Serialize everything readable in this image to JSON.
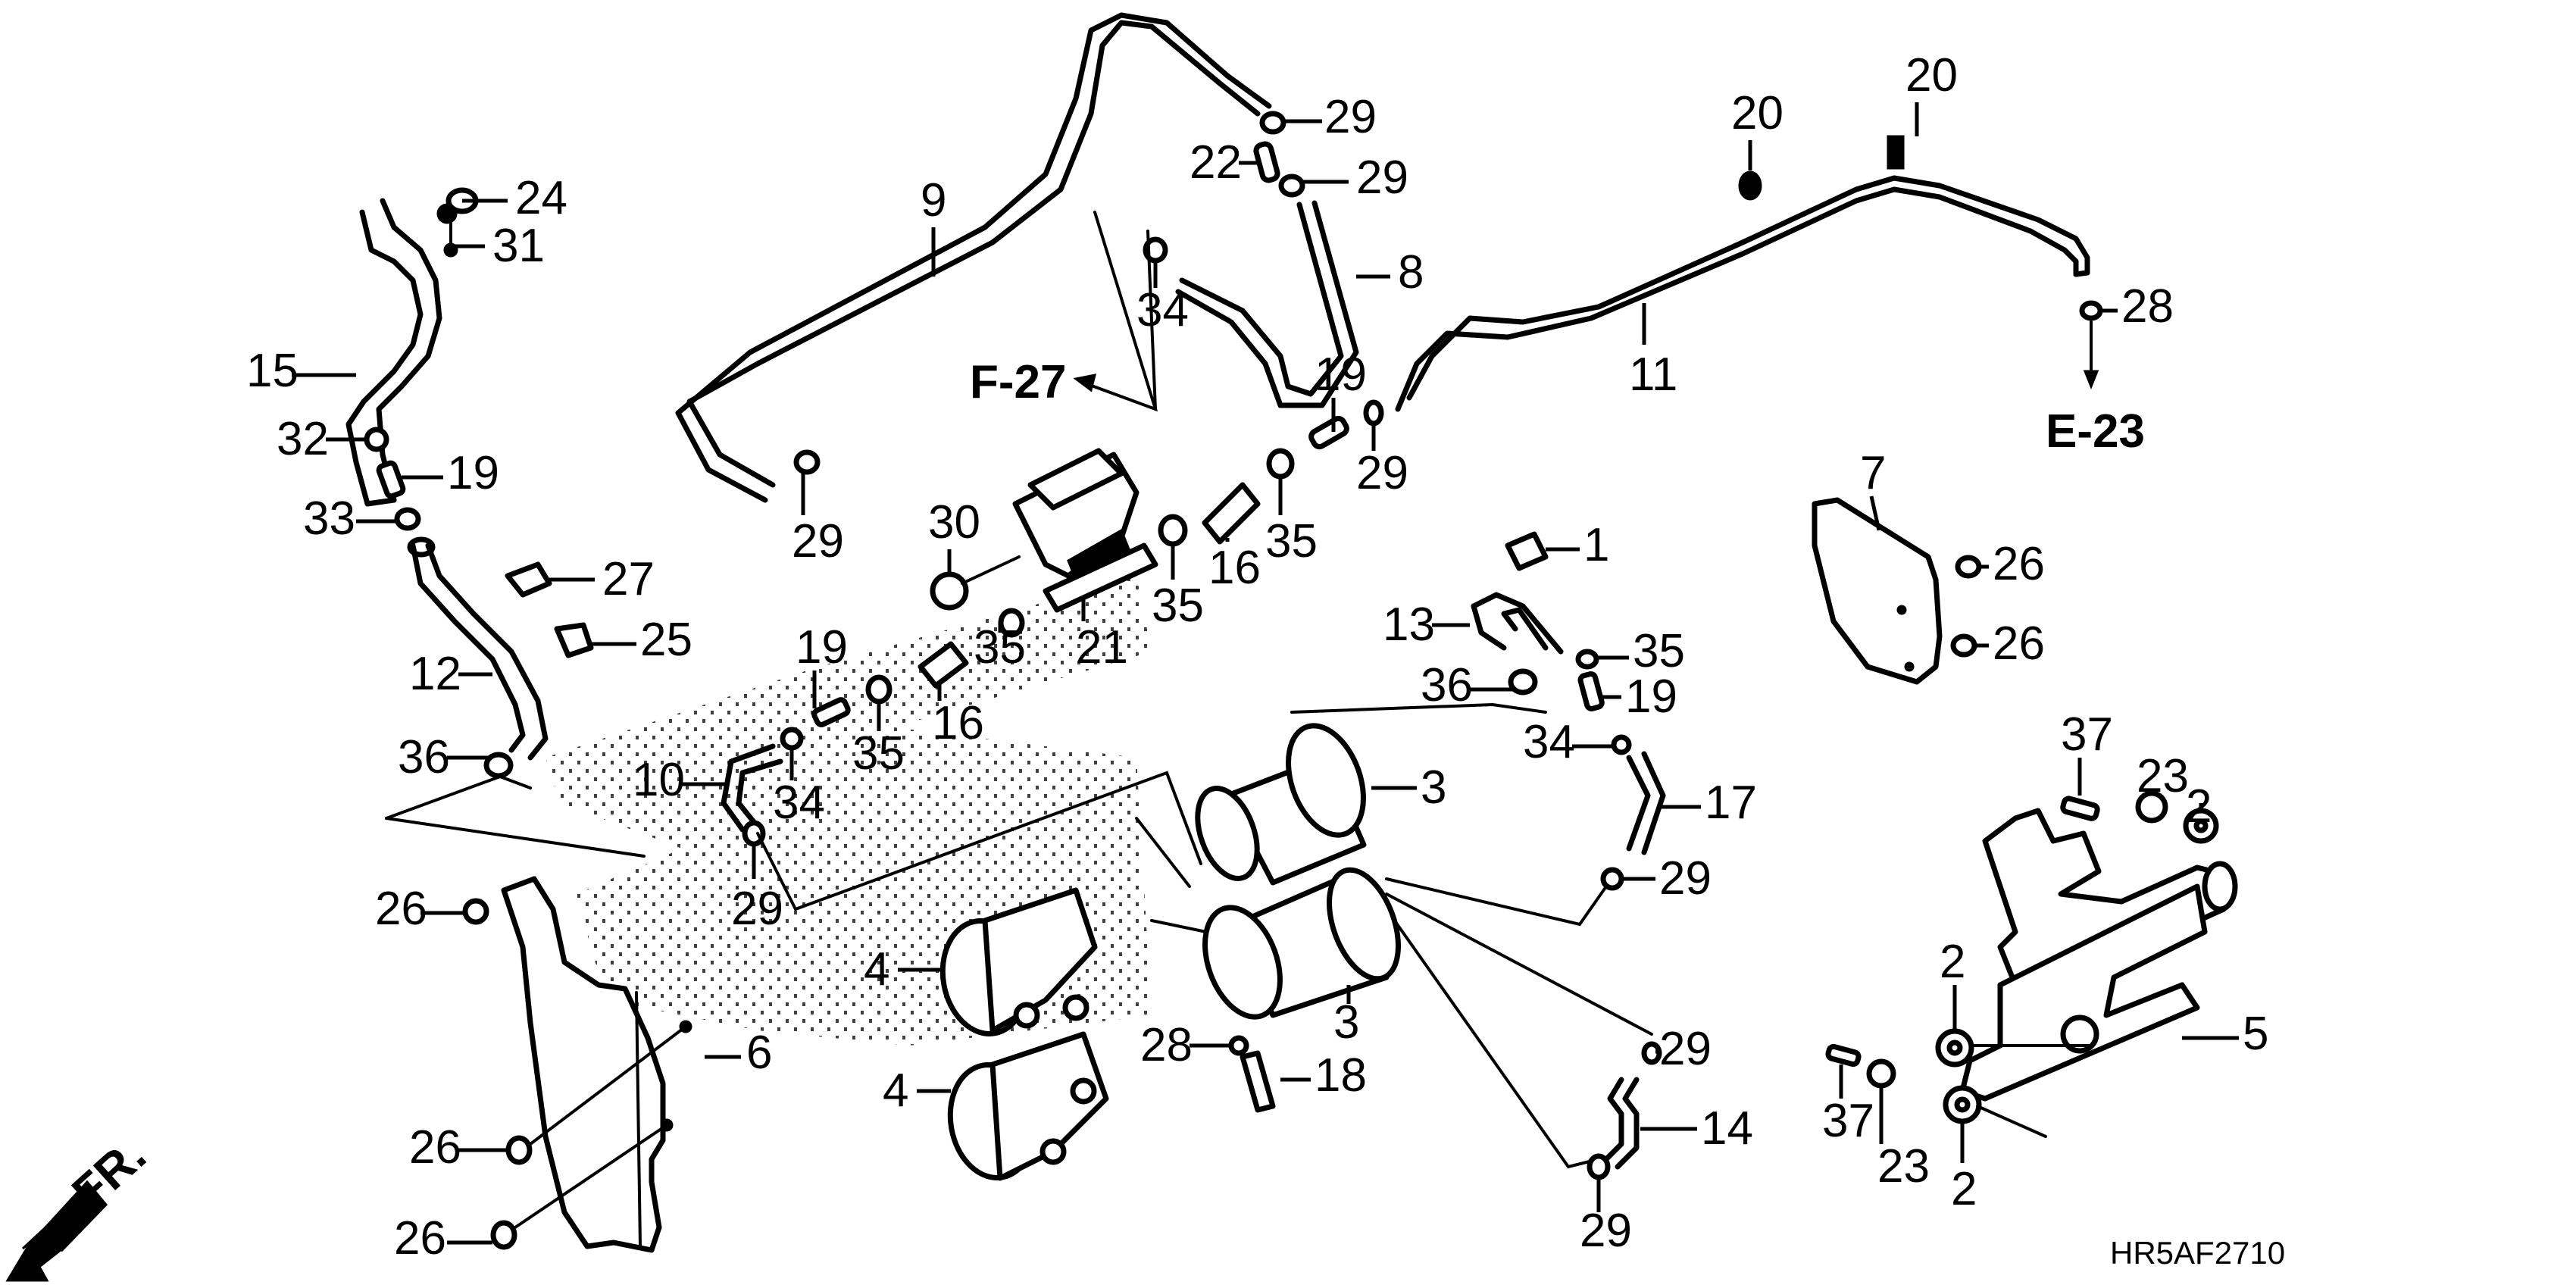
{
  "diagram": {
    "figure_code": "HR5AF2710",
    "direction_label": "FR.",
    "references": [
      {
        "id": "ref-f27",
        "label": "F-27"
      },
      {
        "id": "ref-e23",
        "label": "E-23"
      }
    ],
    "callouts": [
      {
        "id": "c24",
        "label": "24"
      },
      {
        "id": "c31",
        "label": "31"
      },
      {
        "id": "c15",
        "label": "15"
      },
      {
        "id": "c32",
        "label": "32"
      },
      {
        "id": "c19a",
        "label": "19"
      },
      {
        "id": "c33",
        "label": "33"
      },
      {
        "id": "c27",
        "label": "27"
      },
      {
        "id": "c25",
        "label": "25"
      },
      {
        "id": "c12",
        "label": "12"
      },
      {
        "id": "c36a",
        "label": "36"
      },
      {
        "id": "c9",
        "label": "9"
      },
      {
        "id": "c29a",
        "label": "29"
      },
      {
        "id": "c22",
        "label": "22"
      },
      {
        "id": "c29b",
        "label": "29"
      },
      {
        "id": "c8",
        "label": "8"
      },
      {
        "id": "c34a",
        "label": "34"
      },
      {
        "id": "c29c",
        "label": "29"
      },
      {
        "id": "c30",
        "label": "30"
      },
      {
        "id": "c21",
        "label": "21"
      },
      {
        "id": "c35a",
        "label": "35"
      },
      {
        "id": "c16a",
        "label": "16"
      },
      {
        "id": "c35b",
        "label": "35"
      },
      {
        "id": "c19b",
        "label": "19"
      },
      {
        "id": "c29d",
        "label": "29"
      },
      {
        "id": "c20a",
        "label": "20"
      },
      {
        "id": "c20b",
        "label": "20"
      },
      {
        "id": "c11",
        "label": "11"
      },
      {
        "id": "c28a",
        "label": "28"
      },
      {
        "id": "c19c",
        "label": "19"
      },
      {
        "id": "c16b",
        "label": "16"
      },
      {
        "id": "c35c",
        "label": "35"
      },
      {
        "id": "c35d",
        "label": "35"
      },
      {
        "id": "c10",
        "label": "10"
      },
      {
        "id": "c34b",
        "label": "34"
      },
      {
        "id": "c29e",
        "label": "29"
      },
      {
        "id": "c1",
        "label": "1"
      },
      {
        "id": "c13",
        "label": "13"
      },
      {
        "id": "c35e",
        "label": "35"
      },
      {
        "id": "c36b",
        "label": "36"
      },
      {
        "id": "c19d",
        "label": "19"
      },
      {
        "id": "c34c",
        "label": "34"
      },
      {
        "id": "c17",
        "label": "17"
      },
      {
        "id": "c29f",
        "label": "29"
      },
      {
        "id": "c3a",
        "label": "3"
      },
      {
        "id": "c3b",
        "label": "3"
      },
      {
        "id": "c4a",
        "label": "4"
      },
      {
        "id": "c4b",
        "label": "4"
      },
      {
        "id": "c28b",
        "label": "28"
      },
      {
        "id": "c18",
        "label": "18"
      },
      {
        "id": "c29g",
        "label": "29"
      },
      {
        "id": "c14",
        "label": "14"
      },
      {
        "id": "c29h",
        "label": "29"
      },
      {
        "id": "c7",
        "label": "7"
      },
      {
        "id": "c26a",
        "label": "26"
      },
      {
        "id": "c26b",
        "label": "26"
      },
      {
        "id": "c37a",
        "label": "37"
      },
      {
        "id": "c23a",
        "label": "23"
      },
      {
        "id": "c2a",
        "label": "2"
      },
      {
        "id": "c2b",
        "label": "2"
      },
      {
        "id": "c5",
        "label": "5"
      },
      {
        "id": "c37b",
        "label": "37"
      },
      {
        "id": "c23b",
        "label": "23"
      },
      {
        "id": "c2c",
        "label": "2"
      },
      {
        "id": "c26c",
        "label": "26"
      },
      {
        "id": "c6",
        "label": "6"
      },
      {
        "id": "c26d",
        "label": "26"
      },
      {
        "id": "c26e",
        "label": "26"
      }
    ]
  }
}
